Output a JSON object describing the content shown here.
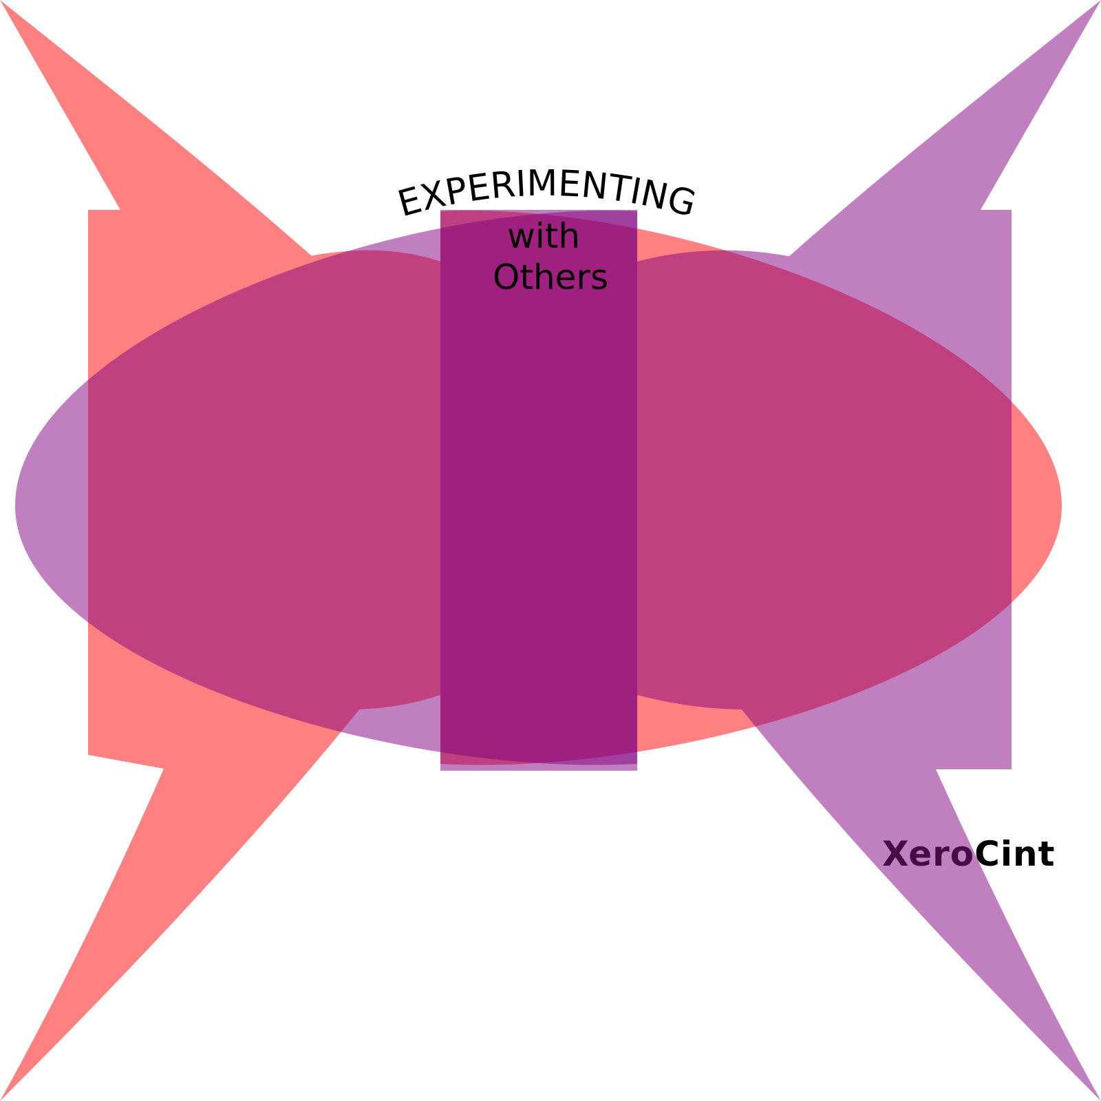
{
  "artwork": {
    "title": {
      "line1": "EXPERIMENTING",
      "line2": "with",
      "line3": "Others"
    },
    "brand": {
      "part1": "Xero",
      "part2": "Cint"
    },
    "colors": {
      "background": "#ffffff",
      "red_layer": "#ff0000",
      "purple_layer": "#800080",
      "red_single": "#ff8080",
      "red_double": "#ff4040",
      "purple_single": "#c07fc0",
      "purple_double": "#a040a0",
      "overlap_center": "#c04080",
      "overlap_left": "#c21f5f",
      "overlap_right": "#b31f6f",
      "brand_part1": "#4a0a45",
      "brand_part2": "#000000",
      "text": "#000000"
    },
    "shapes": [
      {
        "name": "red-left-body",
        "color": "red"
      },
      {
        "name": "red-right-ellipse-half",
        "color": "red"
      },
      {
        "name": "purple-right-body",
        "color": "purple"
      },
      {
        "name": "purple-left-ellipse-half",
        "color": "purple"
      }
    ]
  }
}
